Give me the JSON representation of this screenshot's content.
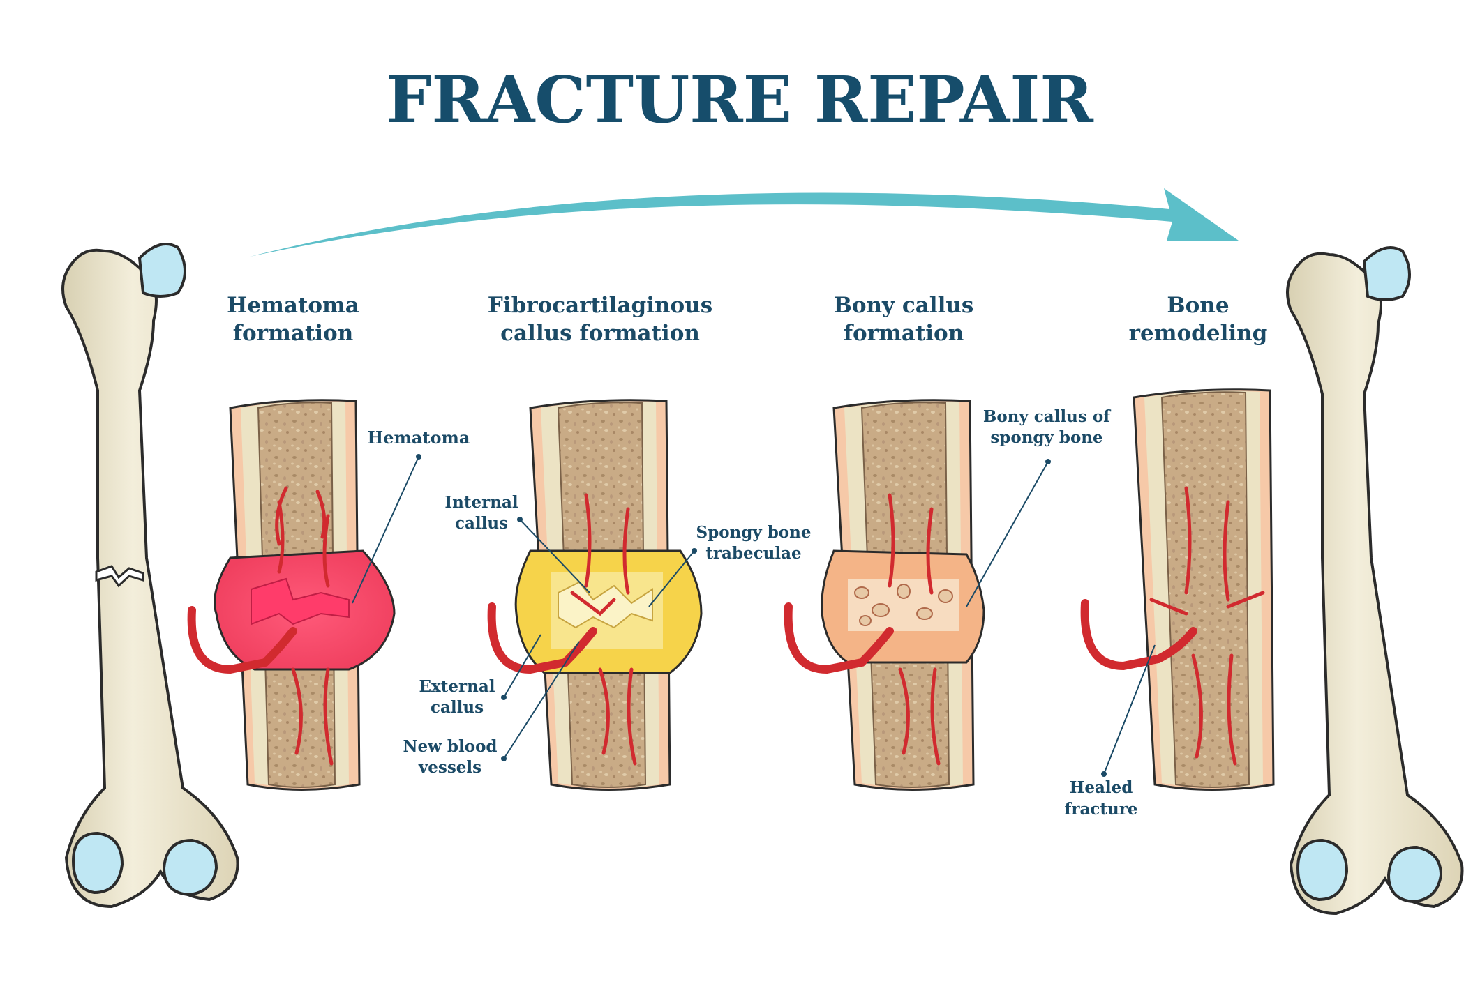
{
  "title": "FRACTURE REPAIR",
  "stages": [
    {
      "line1": "Hematoma",
      "line2": "formation"
    },
    {
      "line1": "Fibrocartilaginous",
      "line2": "callus formation"
    },
    {
      "line1": "Bony callus",
      "line2": "formation"
    },
    {
      "line1": "Bone",
      "line2": "remodeling"
    }
  ],
  "labels": {
    "hematoma": "Hematoma",
    "internal_callus": [
      "Internal",
      "callus"
    ],
    "external_callus": [
      "External",
      "callus"
    ],
    "new_blood_vessels": [
      "New blood",
      "vessels"
    ],
    "spongy_bone_trabeculae": [
      "Spongy bone",
      "trabeculae"
    ],
    "bony_callus_spongy": [
      "Bony callus of",
      "spongy bone"
    ],
    "healed_fracture": [
      "Healed",
      "fracture"
    ]
  },
  "colors": {
    "title": "#164d6b",
    "label_text": "#1b4a66",
    "arrow": "#5cbfc9",
    "bone": "#efe9d2",
    "bone_outline": "#2b2b2b",
    "cartilage": "#bfe7f3",
    "vessel": "#d12a2f",
    "hematoma": "#f0405f",
    "spongy": "#c6a883",
    "callus_yellow": "#f6d34a"
  }
}
